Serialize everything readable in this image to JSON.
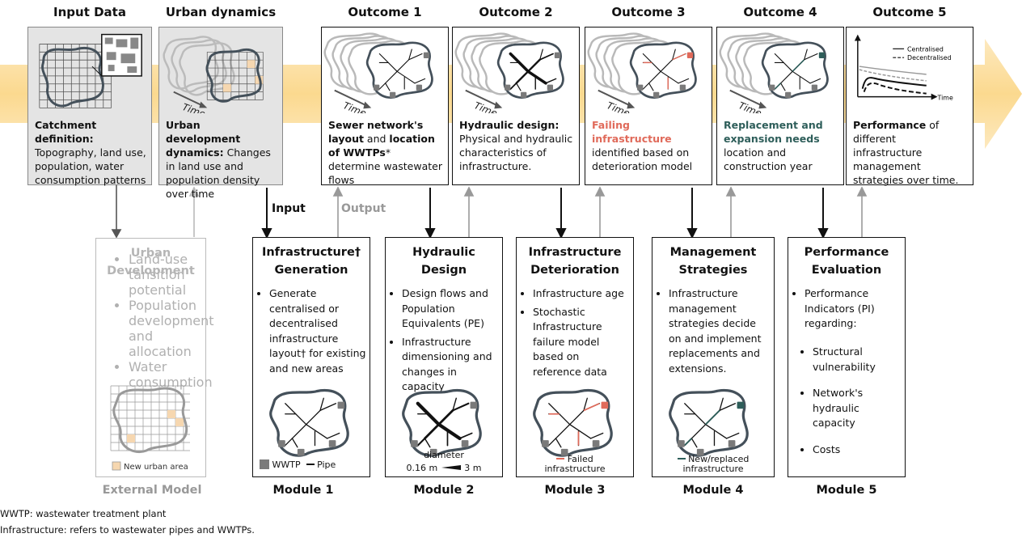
{
  "column_titles": {
    "input_data": "Input Data",
    "urban_dynamics": "Urban dynamics",
    "outcome1": "Outcome 1",
    "outcome2": "Outcome 2",
    "outcome3": "Outcome 3",
    "outcome4": "Outcome 4",
    "outcome5": "Outcome 5"
  },
  "cards": {
    "input_data": {
      "bold": "Catchment definition:",
      "text": " Topography, land use, population, water consumption patterns"
    },
    "urban_dynamics": {
      "bold": "Urban development dynamics:",
      "text": " Changes in land use and population density over time",
      "time": "Time"
    },
    "outcome1": {
      "bold1": "Sewer network's layout",
      "mid": " and ",
      "bold2": "location of WWTPs",
      "text": "* determine wastewater flows",
      "time": "Time"
    },
    "outcome2": {
      "bold": "Hydraulic design:",
      "text": " Physical and hydraulic characteristics of infrastructure.",
      "time": "Time"
    },
    "outcome3": {
      "bold": "Failing infrastructure",
      "text": " identified based on deterioration model",
      "time": "Time"
    },
    "outcome4": {
      "bold": "Replacement and expansion needs",
      "text": " location and construction year",
      "time": "Time"
    },
    "outcome5": {
      "bold": "Performance",
      "text": " of different infrastructure management strategies over time.",
      "legend_centralised": "Centralised",
      "legend_decentralised": "Decentralised",
      "axis_time": "Time"
    }
  },
  "io": {
    "input": "Input",
    "output": "Output"
  },
  "external": {
    "title_line1": "Urban",
    "title_line2": "Development",
    "items": [
      "Land-use tansition potential",
      "Population development and allocation",
      "Water consumption"
    ],
    "legend": "New urban area",
    "label": "External Model"
  },
  "modules": [
    {
      "title_line1": "Infrastructure†",
      "title_line2": "Generation",
      "items": [
        "Generate centralised or decentralised infrastructure layout† for existing and new areas"
      ],
      "legend_wwtp": "WWTP",
      "legend_pipe": "Pipe",
      "label": "Module 1"
    },
    {
      "title_line1": "Hydraulic",
      "title_line2": "Design",
      "items": [
        "Design flows and Population Equivalents (PE)",
        "Infrastructure dimensioning and changes in capacity"
      ],
      "legend_title": "diameter",
      "legend_min": "0.16 m",
      "legend_max": "3 m",
      "label": "Module 2"
    },
    {
      "title_line1": "Infrastructure",
      "title_line2": "Deterioration",
      "items": [
        "Infrastructure age",
        "Stochastic Infrastructure failure model based on reference data"
      ],
      "legend_line1": "Failed",
      "legend_line2": "infrastructure",
      "label": "Module 3"
    },
    {
      "title_line1": "Management",
      "title_line2": "Strategies",
      "items": [
        "Infrastructure management strategies decide on and implement replacements and extensions."
      ],
      "legend_line1": "New/replaced",
      "legend_line2": "infrastructure",
      "label": "Module 4"
    },
    {
      "title_line1": "Performance",
      "title_line2": "Evaluation",
      "items": [
        "Performance Indicators (PI) regarding:"
      ],
      "sub_items": [
        "Structural vulnerability",
        "Network's hydraulic capacity",
        "Costs"
      ],
      "label": "Module 5"
    }
  ],
  "footnotes": [
    "WWTP: wastewater treatment plant",
    "Infrastructure: refers to wastewater pipes and WWTPs."
  ],
  "colors": {
    "band": "#fde2a8",
    "failing": "#e06a5a",
    "replacement": "#2e5e5a",
    "outline": "#44505a",
    "grey_box": "#e4e4e4",
    "wwtp": "#7a7a7a"
  }
}
